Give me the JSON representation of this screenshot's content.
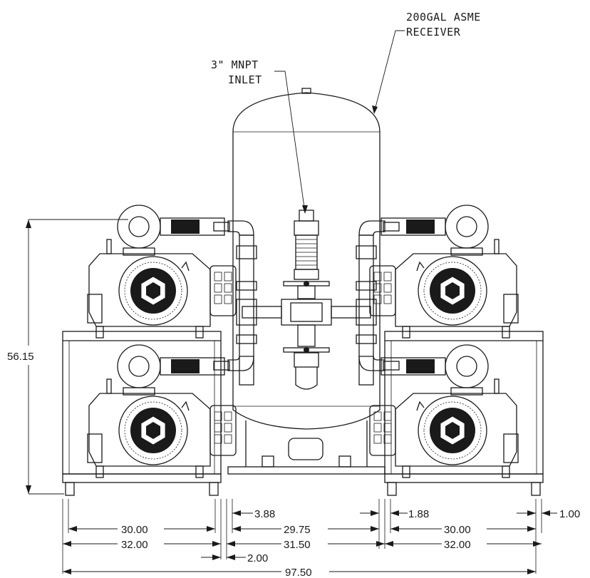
{
  "labels": {
    "receiver_line1": "200GAL ASME",
    "receiver_line2": "RECEIVER",
    "inlet_line1": "3\" MNPT",
    "inlet_line2": "INLET"
  },
  "dimensions": {
    "height": "56.15",
    "left_inner": "30.00",
    "left_outer": "32.00",
    "center_offset_left": "3.88",
    "center_inner": "29.75",
    "center_outer": "31.50",
    "center_gap": "2.00",
    "right_offset": "1.88",
    "right_edge": "1.00",
    "right_inner": "30.00",
    "right_outer": "32.00",
    "overall": "97.50"
  },
  "colors": {
    "line": "#1a1a1a",
    "background": "#ffffff"
  }
}
